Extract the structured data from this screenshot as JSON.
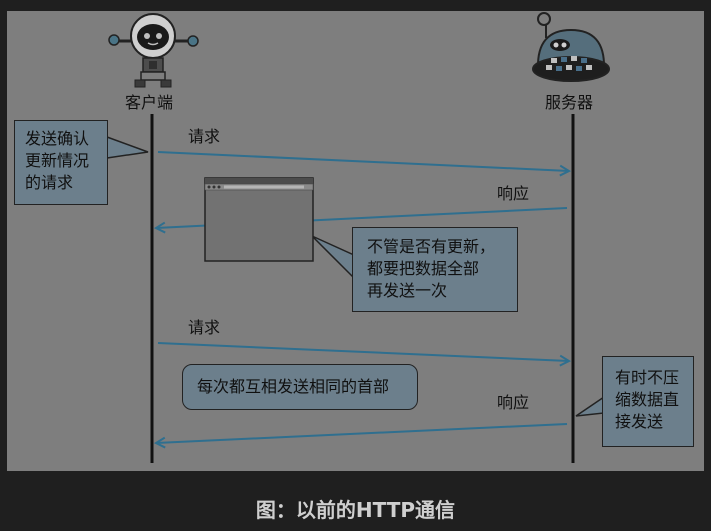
{
  "actors": {
    "client": "客户端",
    "server": "服务器"
  },
  "messages": {
    "request_1": "请求",
    "response_1": "响应",
    "request_2": "请求",
    "response_2": "响应"
  },
  "notes": {
    "confirm_update": [
      "发送确认",
      "更新情况",
      "的请求"
    ],
    "resend_all": [
      "不管是否有更新，",
      "都要把数据全部",
      "再发送一次"
    ],
    "same_header": "每次都互相发送相同的首部",
    "uncompressed": [
      "有时不压",
      "缩数据直",
      "接发送"
    ]
  },
  "caption": "图：以前的HTTP通信",
  "colors": {
    "background": "#1f1f1f",
    "panel": "#7e7e7e",
    "note_fill": "#6c7f8c",
    "arrow": "#2f6f8f",
    "lifeline": "#111111"
  },
  "icons": {
    "client": "robot-icon",
    "server": "server-icon",
    "document": "browser-window-icon"
  }
}
